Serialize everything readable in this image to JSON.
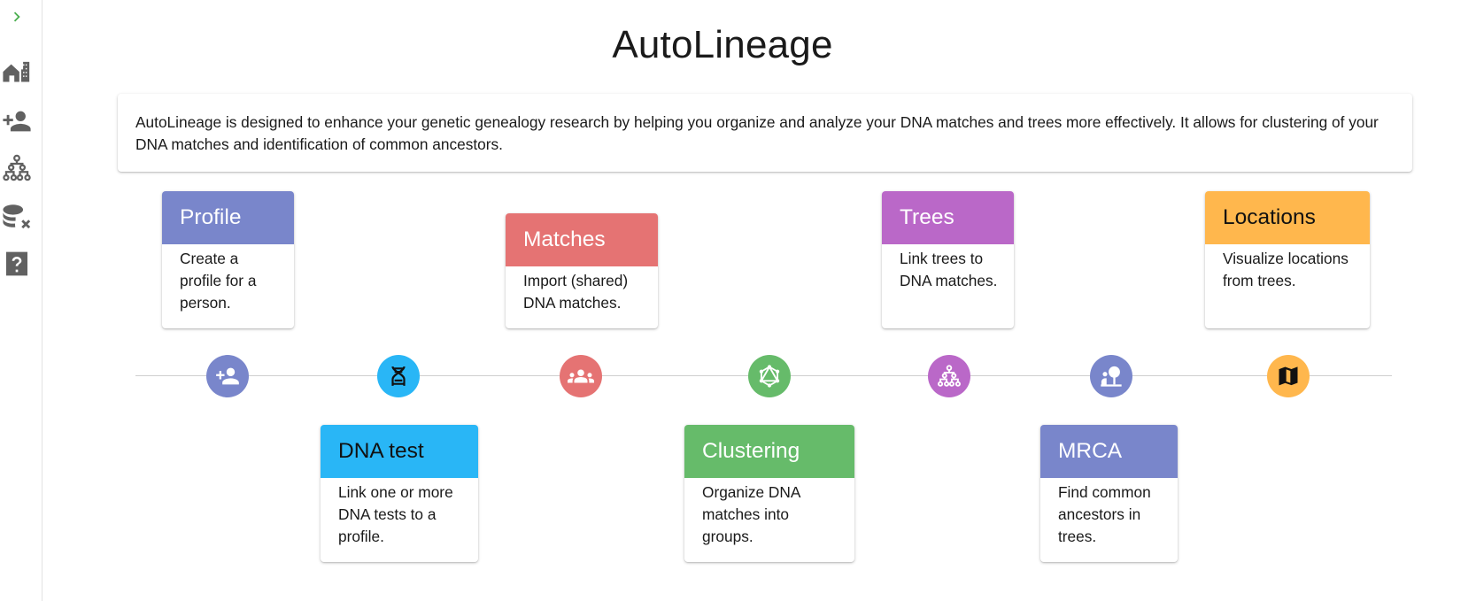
{
  "app": {
    "title": "AutoLineage",
    "intro": "AutoLineage is designed to enhance your genetic genealogy research by helping you organize and analyze your DNA matches and trees more effectively. It allows for clustering of your DNA matches and identification of common ancestors."
  },
  "sidebar": {
    "items": [
      {
        "icon": "chevron-right-icon",
        "color": "#4caf50"
      },
      {
        "icon": "home-building-icon",
        "color": "#616161"
      },
      {
        "icon": "person-add-icon",
        "color": "#616161"
      },
      {
        "icon": "tree-structure-icon",
        "color": "#616161"
      },
      {
        "icon": "database-remove-icon",
        "color": "#616161"
      },
      {
        "icon": "help-box-icon",
        "color": "#616161"
      }
    ]
  },
  "steps": [
    {
      "title": "Profile",
      "description": "Create a profile for a person.",
      "color": "#7986cb",
      "icon": "person-add-icon"
    },
    {
      "title": "DNA test",
      "description": "Link one or more DNA tests to a profile.",
      "color": "#29b6f6",
      "icon": "dna-icon"
    },
    {
      "title": "Matches",
      "description": "Import (shared) DNA matches.",
      "color": "#e57373",
      "icon": "group-icon"
    },
    {
      "title": "Clustering",
      "description": "Organize DNA matches into groups.",
      "color": "#66bb6a",
      "icon": "graph-network-icon"
    },
    {
      "title": "Trees",
      "description": "Link trees to DNA matches.",
      "color": "#ba68c8",
      "icon": "family-tree-icon"
    },
    {
      "title": "MRCA",
      "description": "Find common ancestors in trees.",
      "color": "#7986cb",
      "icon": "person-tree-icon"
    },
    {
      "title": "Locations",
      "description": "Visualize locations from trees.",
      "color": "#ffb74d",
      "icon": "map-icon"
    }
  ]
}
